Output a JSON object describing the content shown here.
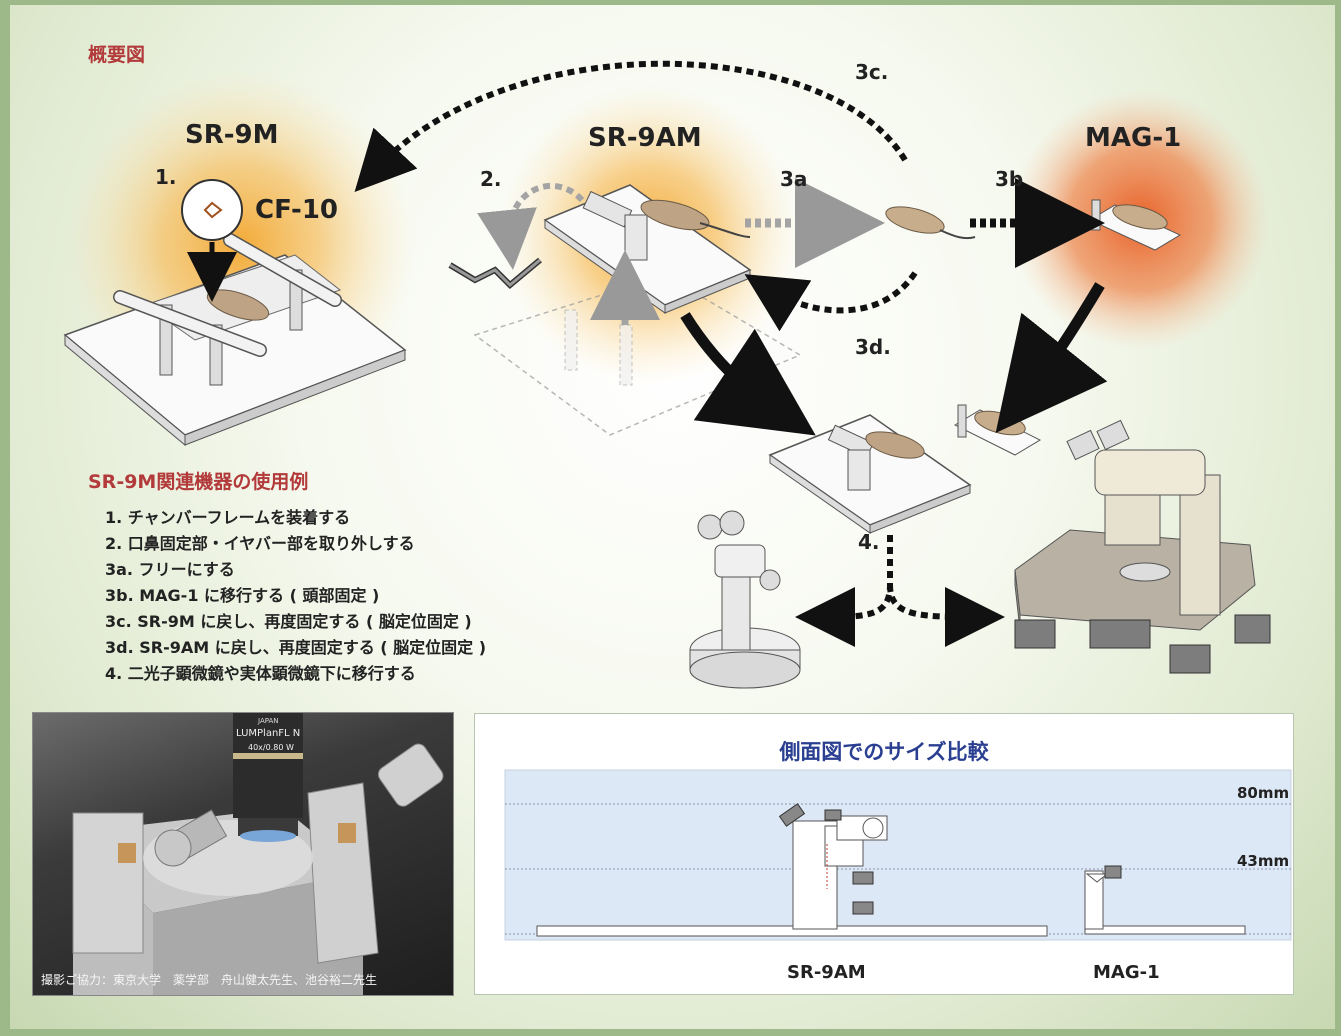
{
  "title": "概要図",
  "devices": {
    "sr9m": "SR-9M",
    "sr9am": "SR-9AM",
    "mag1": "MAG-1",
    "cf10": "CF-10"
  },
  "steps": {
    "s1": "1.",
    "s2": "2.",
    "s3a": "3a",
    "s3b": "3b",
    "s3c": "3c.",
    "s3d": "3d.",
    "s4": "4."
  },
  "usage": {
    "heading": "SR-9M関連機器の使用例",
    "items": [
      "1. チャンバーフレームを装着する",
      "2. 口鼻固定部・イヤバー部を取り外しする",
      "3a. フリーにする",
      "3b. MAG-1 に移行する ( 頭部固定 )",
      "3c. SR-9M に戻し、再度固定する ( 脳定位固定 )",
      "3d. SR-9AM に戻し、再度固定する ( 脳定位固定 )",
      "4. 二光子顕微鏡や実体顕微鏡下に移行する"
    ]
  },
  "photo": {
    "credit": "撮影ご協力：東京大学　薬学部　舟山健太先生、池谷裕二先生",
    "objective_brand": "JAPAN",
    "objective_model": "LUMPlanFL N",
    "objective_spec": "40x/0.80 W"
  },
  "comparison": {
    "title": "側面図でのサイズ比較",
    "h80": "80mm",
    "h43": "43mm",
    "label_sr9am": "SR-9AM",
    "label_mag1": "MAG-1"
  },
  "colors": {
    "title_red": "#b23a3a",
    "compare_title_blue": "#2a3f91",
    "glow_orange": "#f3a62f",
    "glow_red_orange": "#e8622a",
    "panel_blue": "#dde8f6"
  }
}
